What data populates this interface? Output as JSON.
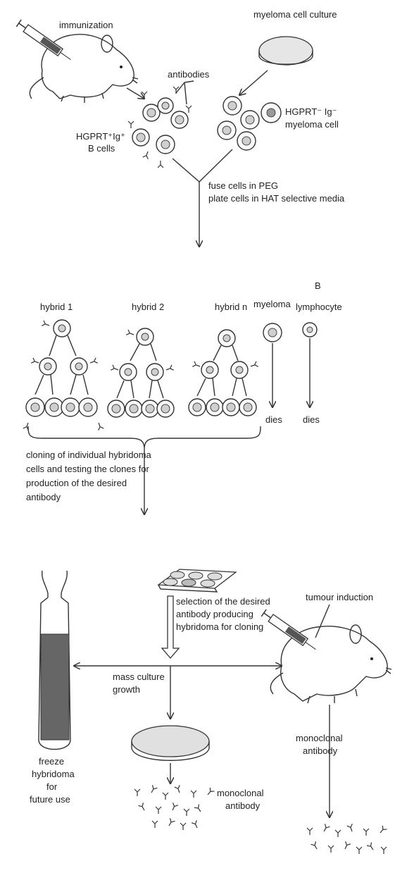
{
  "stage1": {
    "immunization": "immunization",
    "myeloma_culture": "myeloma cell culture",
    "antibodies": "antibodies",
    "bcells_line1": "HGPRT⁺Ig⁺",
    "bcells_line2": "B cells",
    "myeloma_line1": "HGPRT⁻ Ig⁻",
    "myeloma_line2": "myeloma cell",
    "fuse_line1": "fuse cells in PEG",
    "fuse_line2": "plate cells in HAT selective media"
  },
  "stage2": {
    "hybrid1": "hybrid 1",
    "hybrid2": "hybrid 2",
    "hybridn": "hybrid n",
    "myeloma": "myeloma",
    "b_line1": "B",
    "b_line2": "lymphocyte",
    "dies1": "dies",
    "dies2": "dies",
    "cloning_line1": "cloning of individual hybridoma",
    "cloning_line2": "cells and testing the clones for",
    "cloning_line3": "production of the desired",
    "cloning_line4": "antibody"
  },
  "stage3": {
    "selection_line1": "selection of the desired",
    "selection_line2": "antibody producing",
    "selection_line3": "hybridoma for cloning",
    "tumour": "tumour induction",
    "mass_line1": "mass culture",
    "mass_line2": "growth",
    "freeze_line1": "freeze",
    "freeze_line2": "hybridoma",
    "freeze_line3": "for",
    "freeze_line4": "future use",
    "mono_left_line1": "monoclonal",
    "mono_left_line2": "antibody",
    "mono_right_line1": "monoclonal",
    "mono_right_line2": "antibody"
  }
}
